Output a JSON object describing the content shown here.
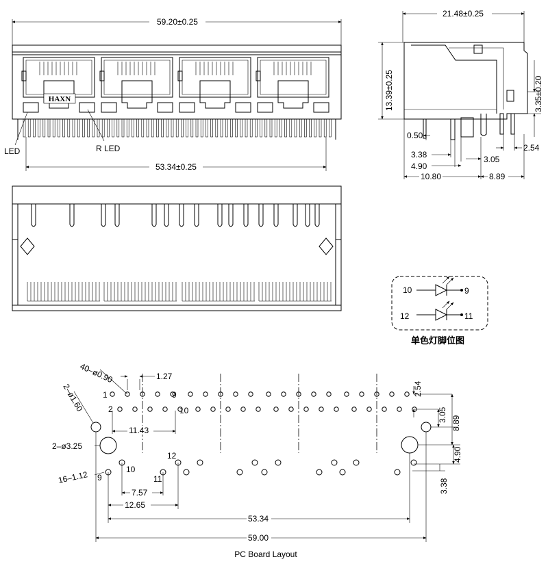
{
  "front_view": {
    "overall_width": "59.20±0.25",
    "pin_span": "53.34±0.25",
    "brand": "HAXN",
    "label_left_led": "LED",
    "label_right_led": "R  LED"
  },
  "side_view": {
    "depth": "21.48±0.25",
    "height": "13.39±0.25",
    "led_height": "3.35±0.20",
    "dims": {
      "d050": "0.50",
      "d254": "2.54",
      "d338": "3.38",
      "d305": "3.05",
      "d490": "4.90",
      "d1080": "10.80",
      "d889": "8.89"
    }
  },
  "led_schematic": {
    "pin10": "10",
    "pin9": "9",
    "pin12": "12",
    "pin11": "11",
    "caption": "单色灯脚位图"
  },
  "pcb": {
    "title": "PC Board Layout",
    "holes_small": "40–ø0.90",
    "pitch": "1.27",
    "led_holes": "2–ø1.60",
    "post_holes": "2–ø3.25",
    "led_pin_holes": "16–1.12",
    "pin1": "1",
    "pin2": "2",
    "pin9": "9",
    "pin10": "10",
    "d1143": "11.43",
    "d254": "2.54",
    "d305": "3.05",
    "d889": "8.89",
    "d490": "4.90",
    "d338": "3.38",
    "led_pin12": "12",
    "led_pin10": "10",
    "led_pin11": "11",
    "led_pin9": "9",
    "d757": "7.57",
    "d1265": "12.65",
    "d5334": "53.34",
    "d5900": "59.00"
  }
}
